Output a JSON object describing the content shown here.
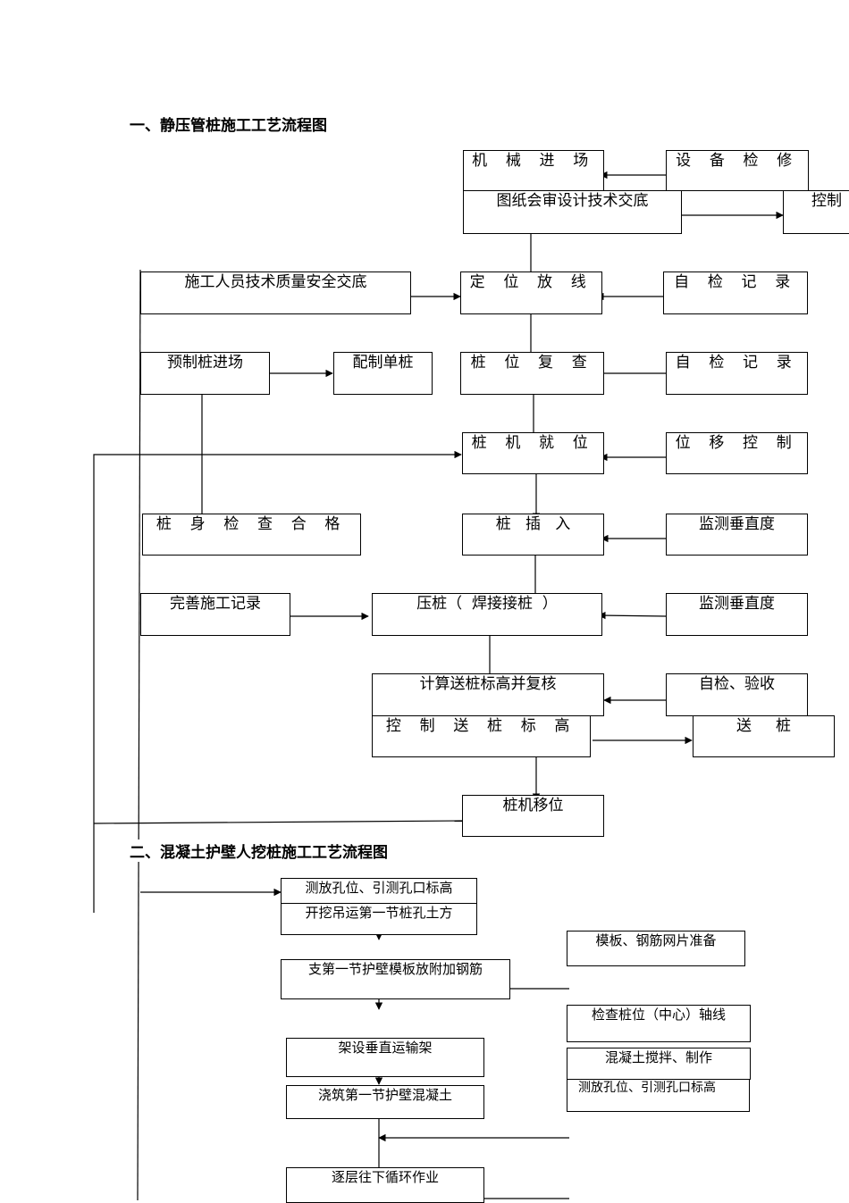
{
  "section1": {
    "title": "一、静压管桩施工工艺流程图",
    "boxes": {
      "machinery_entry": "机 械 进 场",
      "equipment_check": "设 备 检 修",
      "drawing_review": "图纸会审设计技术交底",
      "control_partial": "控制",
      "staff_briefing": "施工人员技术质量安全交底",
      "positioning": "定 位 放 线",
      "self_check_1": "自 检 记 录",
      "precast_entry": "预制桩进场",
      "single_pile": "配制单桩",
      "pile_recheck": "桩 位 复 查",
      "self_check_2": "自 检 记 录",
      "machine_in_place": "桩 机 就 位",
      "displacement_control": "位 移 控 制",
      "pile_body_ok": "桩 身 检 查 合 格",
      "pile_insert": "桩   插   入",
      "verticality_1": "监测垂直度",
      "complete_records": "完善施工记录",
      "press_pile": "压桩（  焊接接桩  ）",
      "verticality_2": "监测垂直度",
      "calc_elevation": "计算送桩标高并复核",
      "self_check_accept": "自检、验收",
      "control_elevation": "控 制 送 桩 标 高",
      "send_pile": "送     桩",
      "machine_move": "桩机移位"
    }
  },
  "section2": {
    "title": "二、混凝土护壁人挖桩施工工艺流程图",
    "boxes": {
      "measure_hole": "测放孔位、引测孔口标高",
      "excavate_first": "开挖吊运第一节桩孔土方",
      "formwork_prep": "模板、钢筋网片准备",
      "support_formwork": "支第一节护壁模板放附加钢筋",
      "check_axis": "检查桩位（中心）轴线",
      "erect_frame": "架设垂直运输架",
      "concrete_mix": "混凝土搅拌、制作",
      "measure_hole_2": "测放孔位、引测孔口标高",
      "pour_wall": "浇筑第一节护壁混凝土",
      "cycle_down": "逐层往下循环作业"
    }
  }
}
